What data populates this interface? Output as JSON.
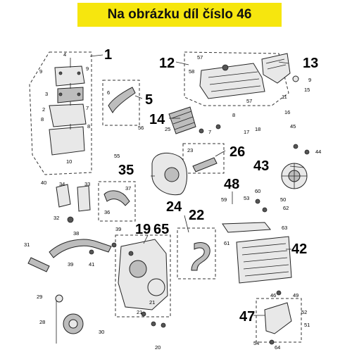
{
  "title": "Na obrázku díl číslo 46",
  "colors": {
    "banner": "#f6e60e",
    "text": "#000000"
  },
  "diagram": {
    "big_labels": [
      "1",
      "12",
      "13",
      "5",
      "14",
      "26",
      "25",
      "35",
      "24",
      "43",
      "48",
      "22",
      "19",
      "65",
      "42",
      "47"
    ],
    "small_labels": [
      "4",
      "9",
      "9",
      "3",
      "2",
      "7",
      "8",
      "8",
      "10",
      "57",
      "58",
      "57",
      "9",
      "15",
      "11",
      "16",
      "6",
      "56",
      "55",
      "7",
      "8",
      "17",
      "18",
      "45",
      "44",
      "23",
      "40",
      "34",
      "33",
      "37",
      "36",
      "32",
      "38",
      "39",
      "31",
      "39",
      "41",
      "29",
      "28",
      "30",
      "60",
      "50",
      "53",
      "62",
      "59",
      "63",
      "61",
      "21",
      "21",
      "20",
      "46",
      "49",
      "52",
      "51",
      "54",
      "64"
    ]
  }
}
